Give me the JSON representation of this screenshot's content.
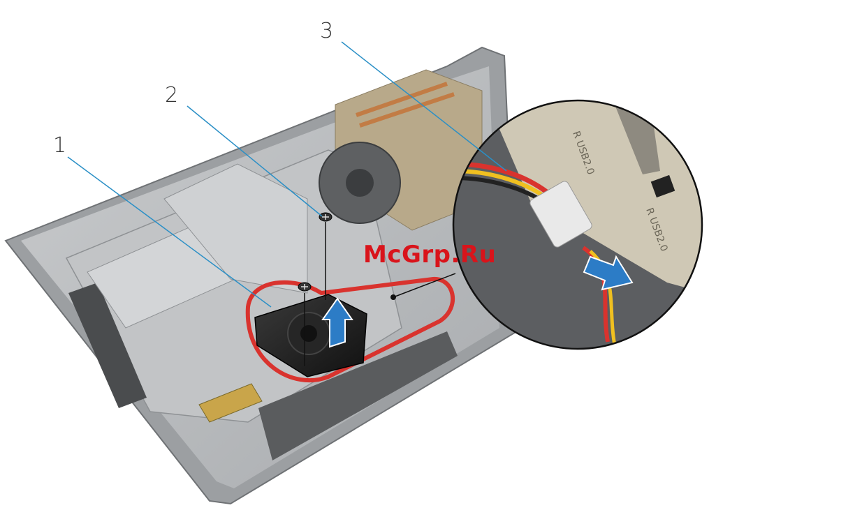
{
  "callouts": [
    {
      "number": "1",
      "part": "fan"
    },
    {
      "number": "2",
      "part": "screws"
    },
    {
      "number": "3",
      "part": "fan cable"
    }
  ],
  "watermark": "McGrp.Ru",
  "zoom_labels": [
    "R USB2.0",
    "R USB2.0"
  ],
  "colors": {
    "callout_line": "#2a8fc6",
    "arrow": "#2c7cc6",
    "watermark": "#d9141b",
    "chassis": "#b5b8bb",
    "cable_red": "#d9332e",
    "cable_yellow": "#f0c020"
  },
  "icons": [
    "screw-icon",
    "lift-arrow-icon",
    "pull-arrow-icon"
  ]
}
